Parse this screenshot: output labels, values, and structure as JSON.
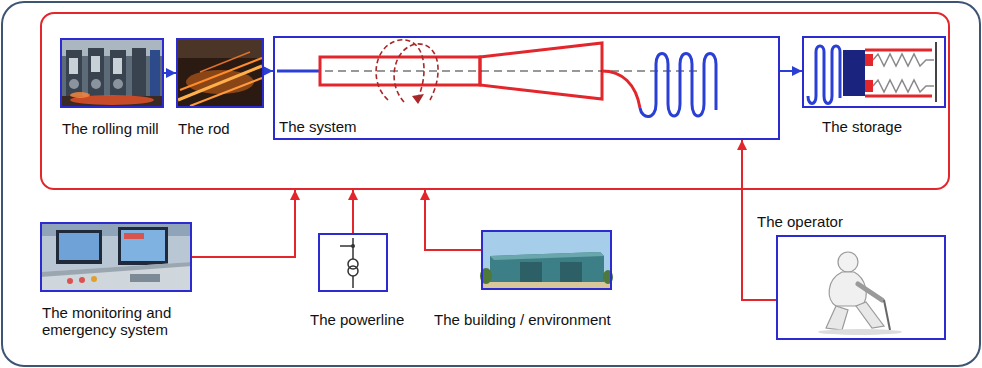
{
  "diagram": {
    "nodes": [
      {
        "text": []
      },
      {
        "text": [
          "The rolling mill"
        ],
        "in": 0
      },
      {
        "text": [
          "The rod"
        ],
        "in": 0
      },
      {
        "text": [
          "The system"
        ],
        "in": 0
      },
      {
        "text": [
          "The storage"
        ],
        "in": 0
      },
      {
        "text": [
          "The monitoring and emergency system"
        ]
      },
      {
        "text": [
          "The powerline"
        ]
      },
      {
        "text": [
          "The building / environment"
        ]
      },
      {
        "text": [
          "The operator"
        ]
      }
    ],
    "edges": [
      {
        "from": 1,
        "to": 2,
        "arrow": "to"
      },
      {
        "from": 2,
        "to": 3,
        "arrow": "to"
      },
      {
        "from": 3,
        "to": 4,
        "arrow": "to"
      },
      {
        "from": 5,
        "to": 0,
        "arrow": "to"
      },
      {
        "from": 6,
        "to": 0,
        "arrow": "to"
      },
      {
        "from": 7,
        "to": 0,
        "arrow": "to"
      },
      {
        "from": 8,
        "to": 3,
        "arrow": "to"
      }
    ]
  }
}
